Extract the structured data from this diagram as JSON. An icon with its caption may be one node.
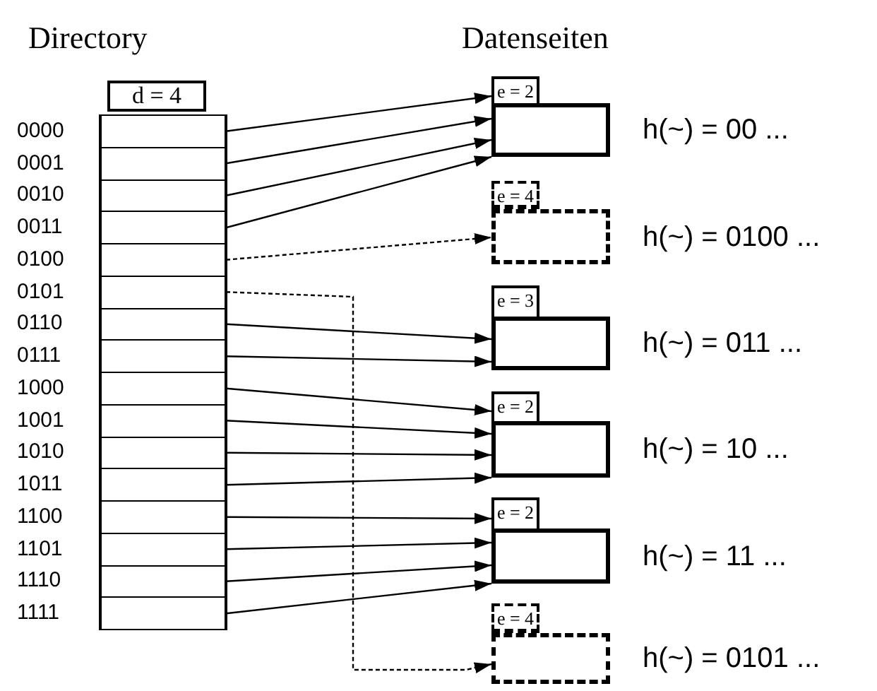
{
  "diagram": {
    "nodes": [
      {
        "text": [
          "d = 4"
        ]
      },
      {
        "text": [],
        "shape": "box",
        "beside": [
          "0000"
        ]
      },
      {
        "text": [],
        "shape": "box",
        "beside": [
          "0001"
        ]
      },
      {
        "text": [],
        "shape": "box",
        "beside": [
          "0010"
        ]
      },
      {
        "text": [],
        "shape": "box",
        "beside": [
          "0011"
        ]
      },
      {
        "text": [],
        "shape": "box",
        "beside": [
          "0100"
        ]
      },
      {
        "text": [],
        "shape": "box",
        "beside": [
          "0101"
        ]
      },
      {
        "text": [],
        "shape": "box",
        "beside": [
          "0110"
        ]
      },
      {
        "text": [],
        "shape": "box",
        "beside": [
          "0111"
        ]
      },
      {
        "text": [],
        "shape": "box",
        "beside": [
          "1000"
        ]
      },
      {
        "text": [],
        "shape": "box",
        "beside": [
          "1001"
        ]
      },
      {
        "text": [],
        "shape": "box",
        "beside": [
          "1010"
        ]
      },
      {
        "text": [],
        "shape": "box",
        "beside": [
          "1011"
        ]
      },
      {
        "text": [],
        "shape": "box",
        "beside": [
          "1100"
        ]
      },
      {
        "text": [],
        "shape": "box",
        "beside": [
          "1101"
        ]
      },
      {
        "text": [],
        "shape": "box",
        "beside": [
          "1110"
        ]
      },
      {
        "text": [],
        "shape": "box",
        "beside": [
          "1111"
        ]
      },
      {
        "text": [
          "e = 2"
        ]
      },
      {
        "text": [],
        "shape": "box",
        "beside": [
          "h(~) = 00 ..."
        ]
      },
      {
        "text": [
          "e = 4"
        ]
      },
      {
        "text": [],
        "shape": "box",
        "beside": [
          "h(~) = 0100 ..."
        ]
      },
      {
        "text": [
          "e = 3"
        ]
      },
      {
        "text": [],
        "shape": "box",
        "beside": [
          "h(~) = 011 ..."
        ]
      },
      {
        "text": [
          "e = 2"
        ]
      },
      {
        "text": [],
        "shape": "box",
        "beside": [
          "h(~) = 10 ..."
        ]
      },
      {
        "text": [
          "e = 2"
        ]
      },
      {
        "text": [],
        "shape": "box",
        "beside": [
          "h(~) = 11 ..."
        ]
      },
      {
        "text": [
          "e = 4"
        ]
      },
      {
        "text": [],
        "shape": "box",
        "beside": [
          "h(~) = 0101 ..."
        ]
      }
    ],
    "edges": [
      {
        "from": 1,
        "to": 17,
        "arrow": "to"
      },
      {
        "from": 2,
        "to": 18,
        "arrow": "to"
      },
      {
        "from": 3,
        "to": 18,
        "arrow": "to"
      },
      {
        "from": 4,
        "to": 18,
        "arrow": "to"
      },
      {
        "from": 5,
        "to": 20,
        "arrow": "to",
        "style": "dashed"
      },
      {
        "from": 6,
        "to": 28,
        "arrow": "to",
        "style": "dashed"
      },
      {
        "from": 7,
        "to": 22,
        "arrow": "to"
      },
      {
        "from": 8,
        "to": 22,
        "arrow": "to"
      },
      {
        "from": 9,
        "to": 23,
        "arrow": "to"
      },
      {
        "from": 10,
        "to": 24,
        "arrow": "to"
      },
      {
        "from": 11,
        "to": 24,
        "arrow": "to"
      },
      {
        "from": 12,
        "to": 24,
        "arrow": "to"
      },
      {
        "from": 13,
        "to": 25,
        "arrow": "to"
      },
      {
        "from": 14,
        "to": 26,
        "arrow": "to"
      },
      {
        "from": 15,
        "to": 26,
        "arrow": "to"
      },
      {
        "from": 16,
        "to": 26,
        "arrow": "to"
      }
    ],
    "labels": [
      "Directory",
      "Datenseiten"
    ]
  }
}
